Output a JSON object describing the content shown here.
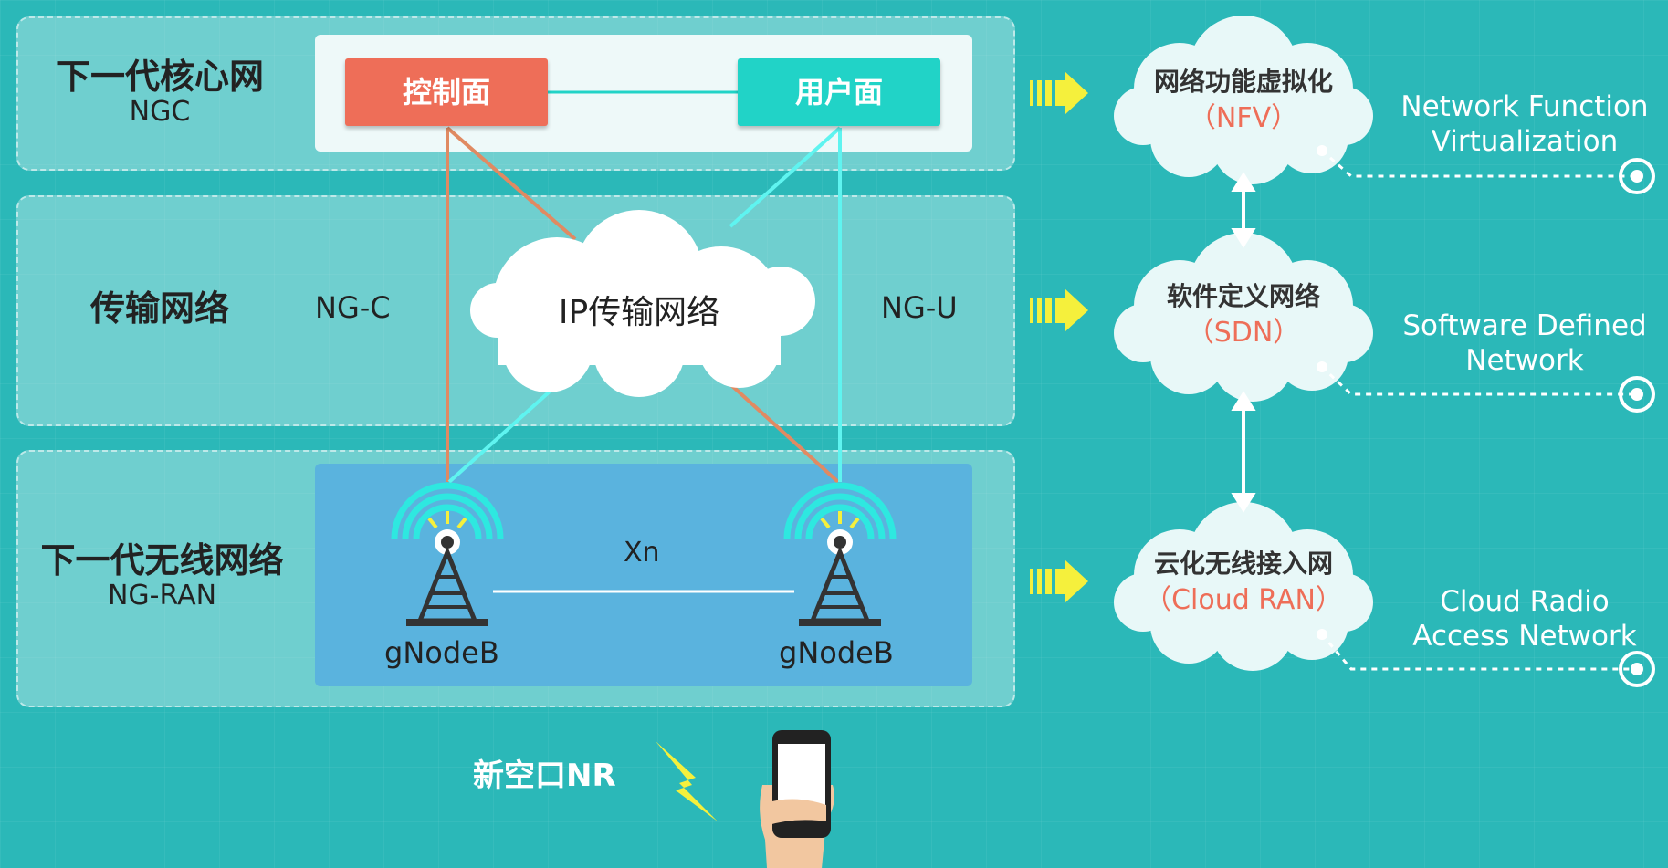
{
  "layers": {
    "ngc": {
      "zh": "下一代核心网",
      "en": "NGC"
    },
    "transport": {
      "zh": "传输网络"
    },
    "ran": {
      "zh": "下一代无线网络",
      "en": "NG-RAN"
    }
  },
  "core": {
    "control_plane": "控制面",
    "user_plane": "用户面"
  },
  "interfaces": {
    "ng_c": "NG-C",
    "ng_u": "NG-U",
    "xn": "Xn"
  },
  "ip_network": "IP传输网络",
  "base_stations": [
    {
      "label": "gNodeB"
    },
    {
      "label": "gNodeB"
    }
  ],
  "air_interface": "新空口NR",
  "technologies": [
    {
      "zh": "网络功能虚拟化",
      "abbr": "（NFV）",
      "en_line1": "Network Function",
      "en_line2": "Virtualization"
    },
    {
      "zh": "软件定义网络",
      "abbr": "（SDN）",
      "en_line1": "Software Defined",
      "en_line2": "Network"
    },
    {
      "zh": "云化无线接入网",
      "abbr": "（Cloud RAN）",
      "en_line1": "Cloud Radio",
      "en_line2": "Access Network"
    }
  ],
  "colors": {
    "background": "#2bb8b8",
    "control": "#ee6e58",
    "user": "#21d3c7",
    "ran_panel": "#5ab3de",
    "arrow": "#f5f03c",
    "ng_c_line": "#e08a62",
    "ng_u_line": "#5ff4f0"
  },
  "icons": [
    "right-arrow-icon",
    "double-arrow-icon",
    "antenna-tower-icon",
    "lightning-icon",
    "smartphone-icon",
    "target-icon",
    "cloud-icon"
  ]
}
